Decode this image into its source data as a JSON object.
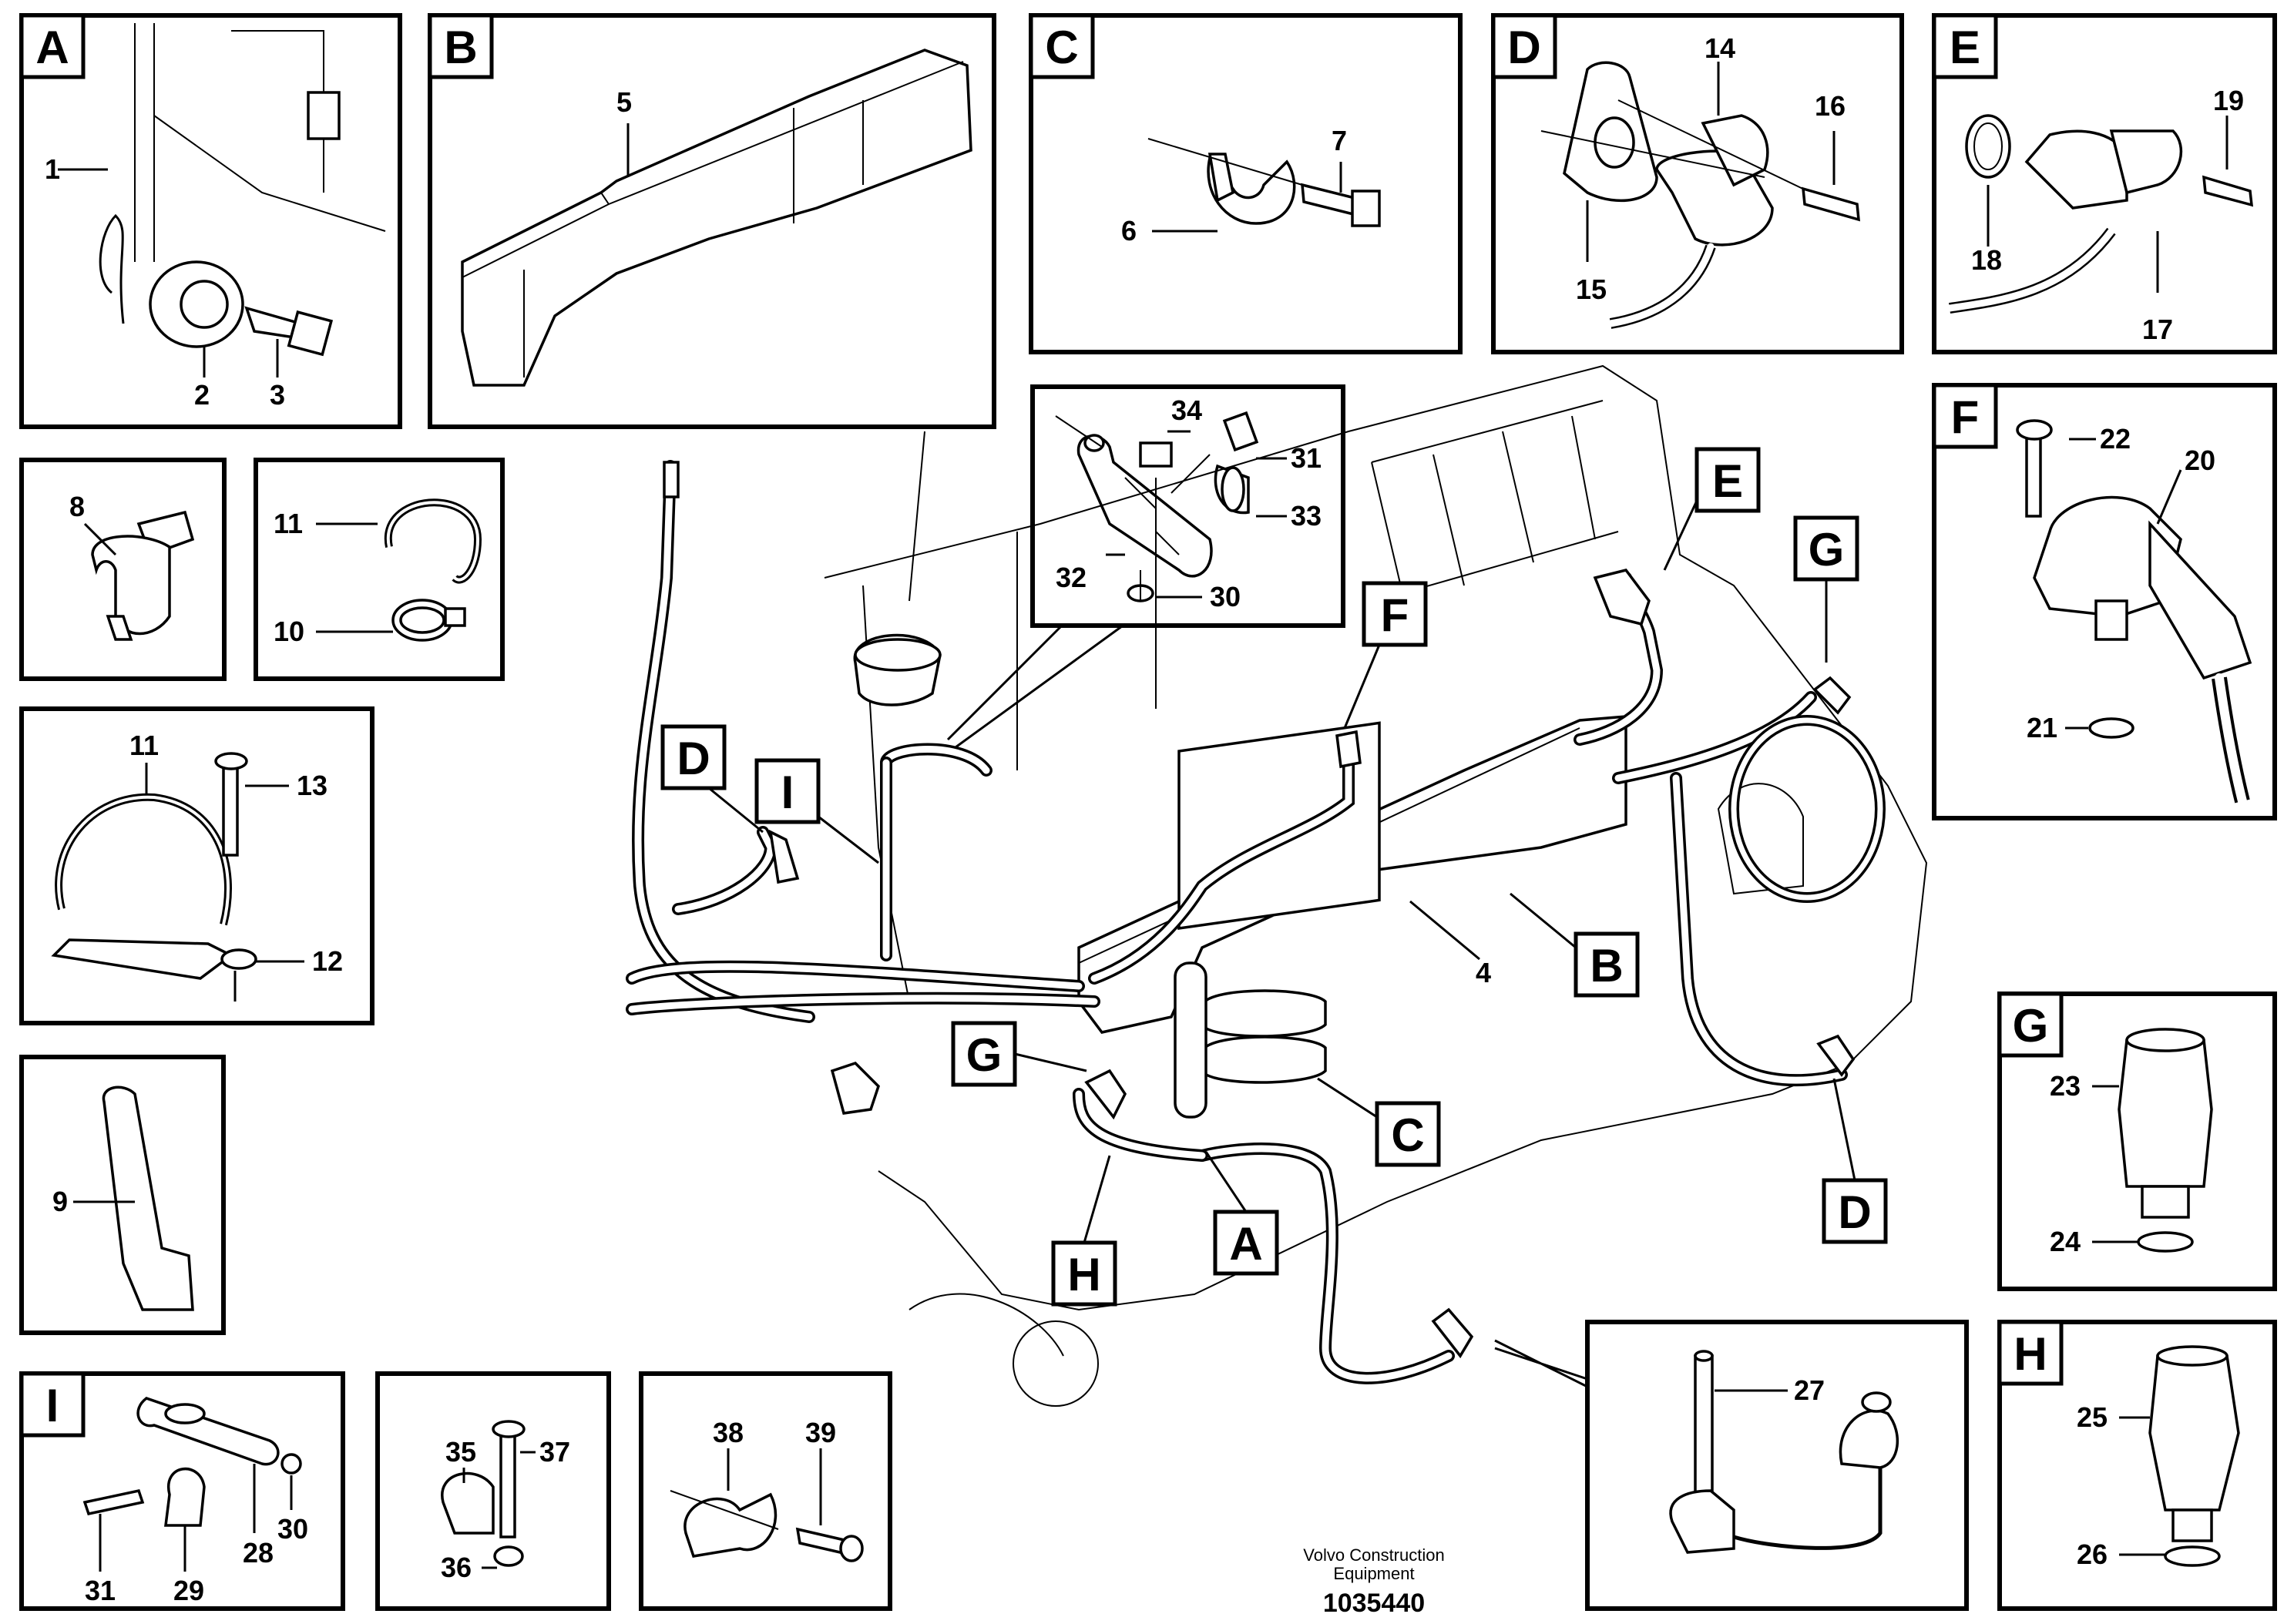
{
  "panels": {
    "A": {
      "letter": "A",
      "labels": [
        "1",
        "2",
        "3"
      ]
    },
    "B": {
      "letter": "B",
      "labels": [
        "5"
      ]
    },
    "C": {
      "letter": "C",
      "labels": [
        "7",
        "6"
      ]
    },
    "D": {
      "letter": "D",
      "labels": [
        "14",
        "16",
        "15"
      ]
    },
    "E": {
      "letter": "E",
      "labels": [
        "19",
        "18",
        "17"
      ]
    },
    "F": {
      "letter": "F",
      "labels": [
        "22",
        "20",
        "21"
      ]
    },
    "G": {
      "letter": "G",
      "labels": [
        "23",
        "24"
      ]
    },
    "H": {
      "letter": "H",
      "labels": [
        "25",
        "26"
      ]
    },
    "I": {
      "letter": "I",
      "labels": [
        "28",
        "30",
        "31",
        "29"
      ]
    },
    "p8": {
      "labels": [
        "8"
      ]
    },
    "p10": {
      "labels": [
        "11",
        "10"
      ]
    },
    "p11": {
      "labels": [
        "11",
        "13",
        "12"
      ]
    },
    "p9": {
      "labels": [
        "9"
      ]
    },
    "p35": {
      "labels": [
        "35",
        "37",
        "36"
      ]
    },
    "p38": {
      "labels": [
        "38",
        "39"
      ]
    },
    "inset32": {
      "labels": [
        "34",
        "31",
        "33",
        "32",
        "30"
      ]
    },
    "inset27": {
      "labels": [
        "27"
      ]
    }
  },
  "main_callouts": [
    "E",
    "G",
    "F",
    "D",
    "I",
    "B",
    "4",
    "G",
    "C",
    "D",
    "H",
    "A"
  ],
  "footer": {
    "brand_line1": "Volvo Construction",
    "brand_line2": "Equipment",
    "doc_number": "1035440"
  }
}
